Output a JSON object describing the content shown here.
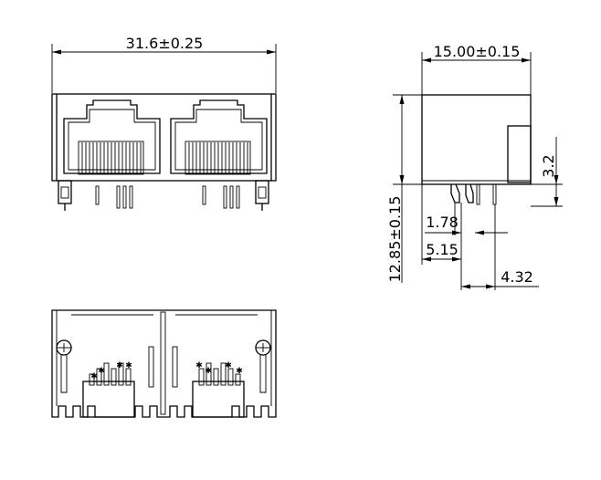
{
  "dimensions": {
    "width_front": "31.6±0.25",
    "depth_side": "15.00±0.15",
    "height_side": "12.85±0.15",
    "shield_tab": "3.2",
    "pin_pitch_a": "1.78",
    "pin_offset_b": "5.15",
    "pin_offset_c": "4.32"
  }
}
